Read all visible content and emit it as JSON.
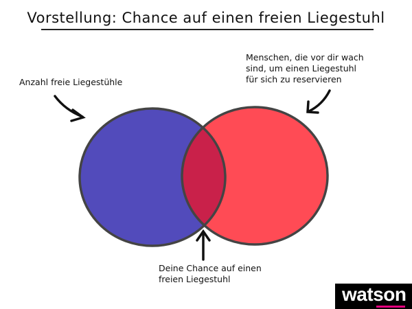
{
  "title": "Vorstellung: Chance auf einen freien Liegestuhl",
  "labels": {
    "left": "Anzahl freie Liegestühle",
    "right_lines": [
      "Menschen, die vor dir wach",
      "sind, um einen Liegestuhl",
      "für sich zu reservieren"
    ],
    "bottom_lines": [
      "Deine Chance auf einen",
      "freien Liegestuhl"
    ]
  },
  "colors": {
    "left_circle": "#524bbb",
    "right_circle": "#ff4b55",
    "overlap": "#c9214a",
    "outline": "#444444"
  },
  "logo": {
    "text": "watson",
    "accent": "#e6007e"
  }
}
